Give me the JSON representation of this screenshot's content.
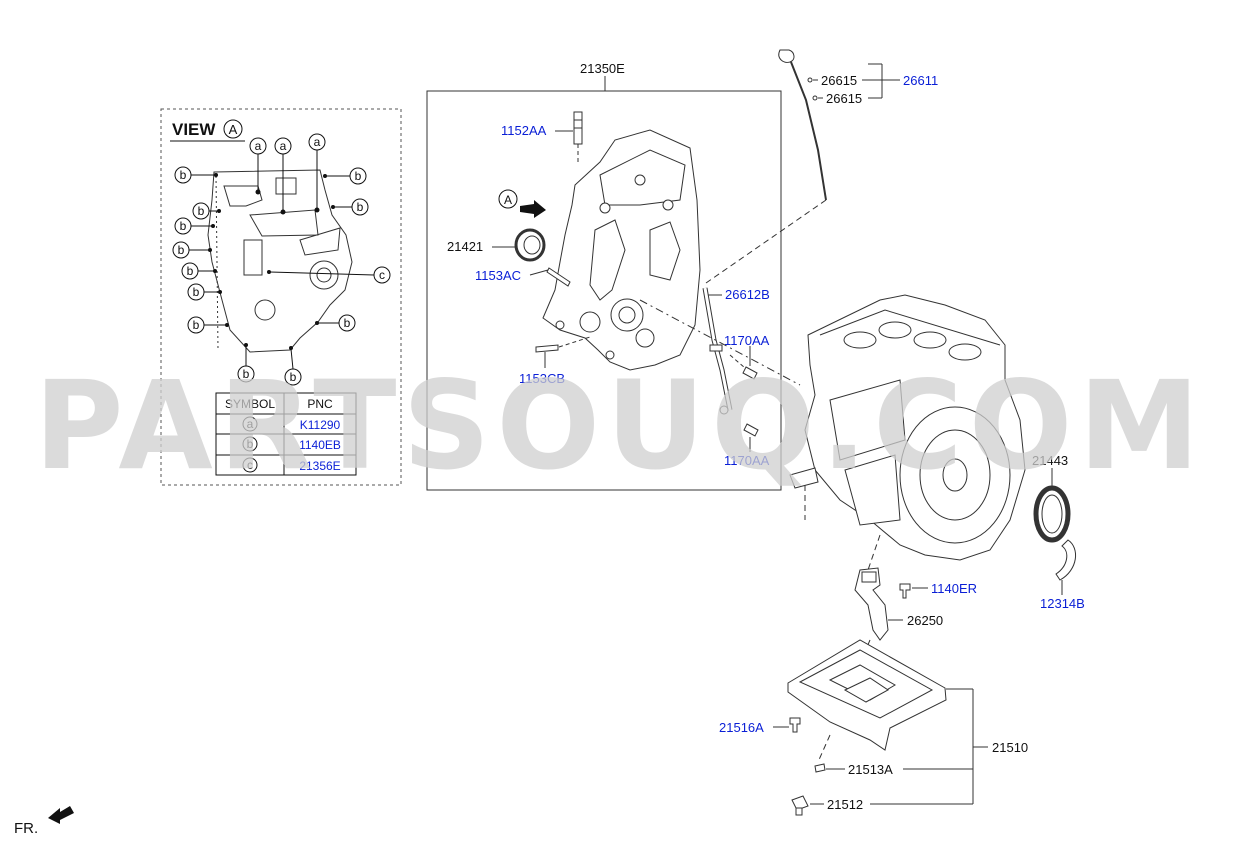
{
  "watermark": {
    "text": "PARTSOUQ.COM",
    "color": "#d9d9d9"
  },
  "view_panel": {
    "title_word": "VIEW",
    "title_letter": "A",
    "markers": [
      "a",
      "b",
      "c"
    ],
    "table": {
      "headers": [
        "SYMBOL",
        "PNC"
      ],
      "rows": [
        {
          "symbol": "a",
          "pnc": "K11290"
        },
        {
          "symbol": "b",
          "pnc": "1140EB"
        },
        {
          "symbol": "c",
          "pnc": "21356E"
        }
      ]
    }
  },
  "arrow_letter": "A",
  "front_label": "FR.",
  "labels": {
    "l21350E": "21350E",
    "l1152AA": "1152AA",
    "l21421": "21421",
    "l1153AC": "1153AC",
    "l1153CB": "1153CB",
    "l26612B": "26612B",
    "l1170AA_top": "1170AA",
    "l1170AA_bottom": "1170AA",
    "l26615_top": "26615",
    "l26615_bottom": "26615",
    "l26611": "26611",
    "l21443": "21443",
    "l12314B": "12314B",
    "l1140ER": "1140ER",
    "l26250": "26250",
    "l21516A": "21516A",
    "l21510": "21510",
    "l21513A": "21513A",
    "l21512": "21512"
  },
  "colors": {
    "label_blue": "#0a1fd6",
    "label_black": "#111111",
    "line": "#333333"
  }
}
